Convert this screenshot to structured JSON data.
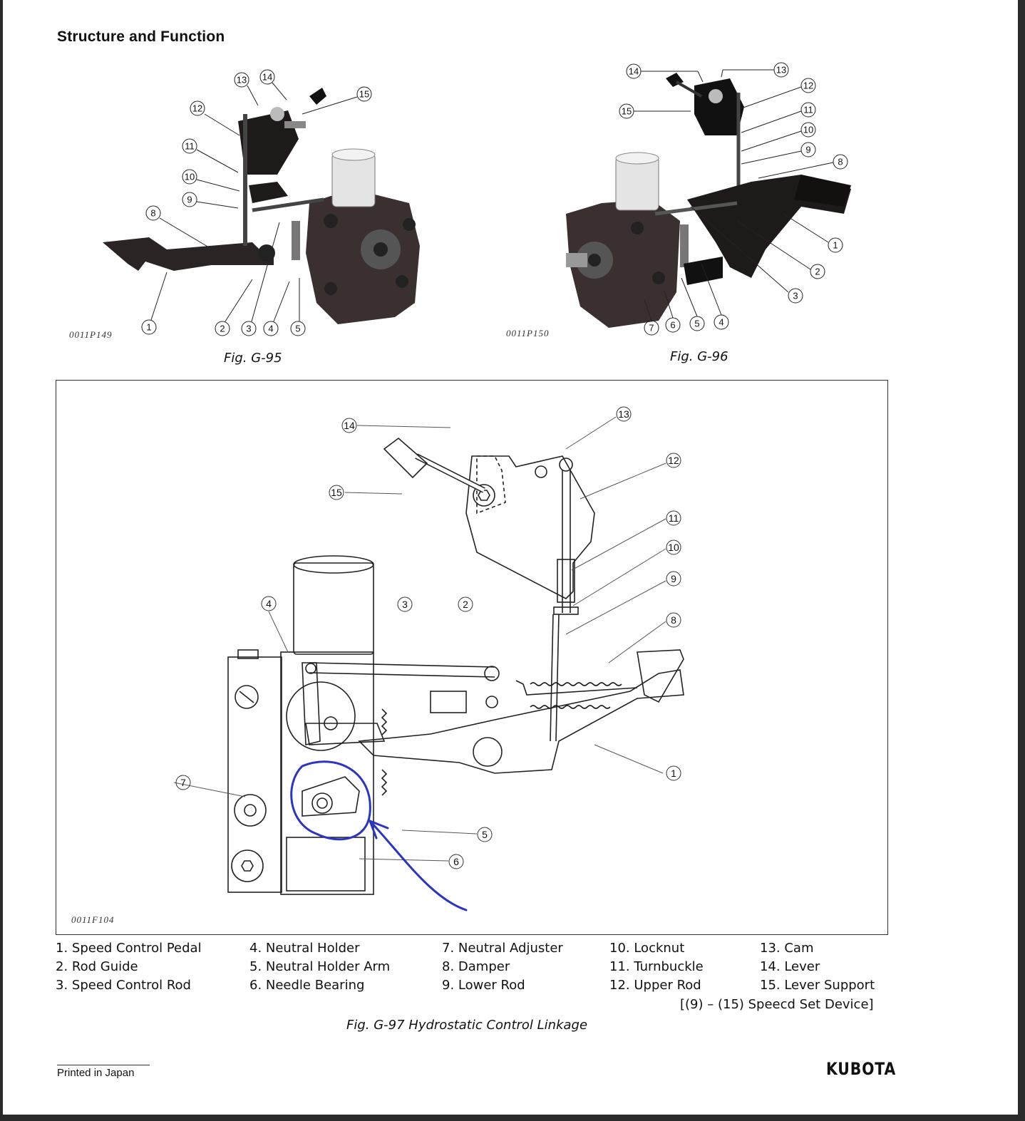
{
  "page": {
    "heading": "Structure and Function",
    "fig95": {
      "code": "0011P149",
      "caption": "Fig. G-95"
    },
    "fig96": {
      "code": "0011P150",
      "caption": "Fig. G-96"
    },
    "fig97": {
      "code": "0011F104",
      "caption": "Fig. G-97 Hydrostatic Control Linkage"
    },
    "callout_numbers": [
      "1",
      "2",
      "3",
      "4",
      "5",
      "6",
      "7",
      "8",
      "9",
      "10",
      "11",
      "12",
      "13",
      "14",
      "15"
    ],
    "legend": [
      [
        "1. Speed Control Pedal",
        "2. Rod Guide",
        "3. Speed Control Rod"
      ],
      [
        "4. Neutral Holder",
        "5. Neutral Holder Arm",
        "6. Needle Bearing"
      ],
      [
        "7. Neutral Adjuster",
        "8. Damper",
        "9. Lower Rod"
      ],
      [
        "10. Locknut",
        "11. Turnbuckle",
        "12. Upper Rod"
      ],
      [
        "13. Cam",
        "14. Lever",
        "15. Lever Support"
      ]
    ],
    "legend_note": "[(9) – (15) Speecd Set Device]",
    "footer_left": "Printed in Japan",
    "footer_brand": "KUBOTA",
    "annotation_color": "#2a35c4"
  }
}
